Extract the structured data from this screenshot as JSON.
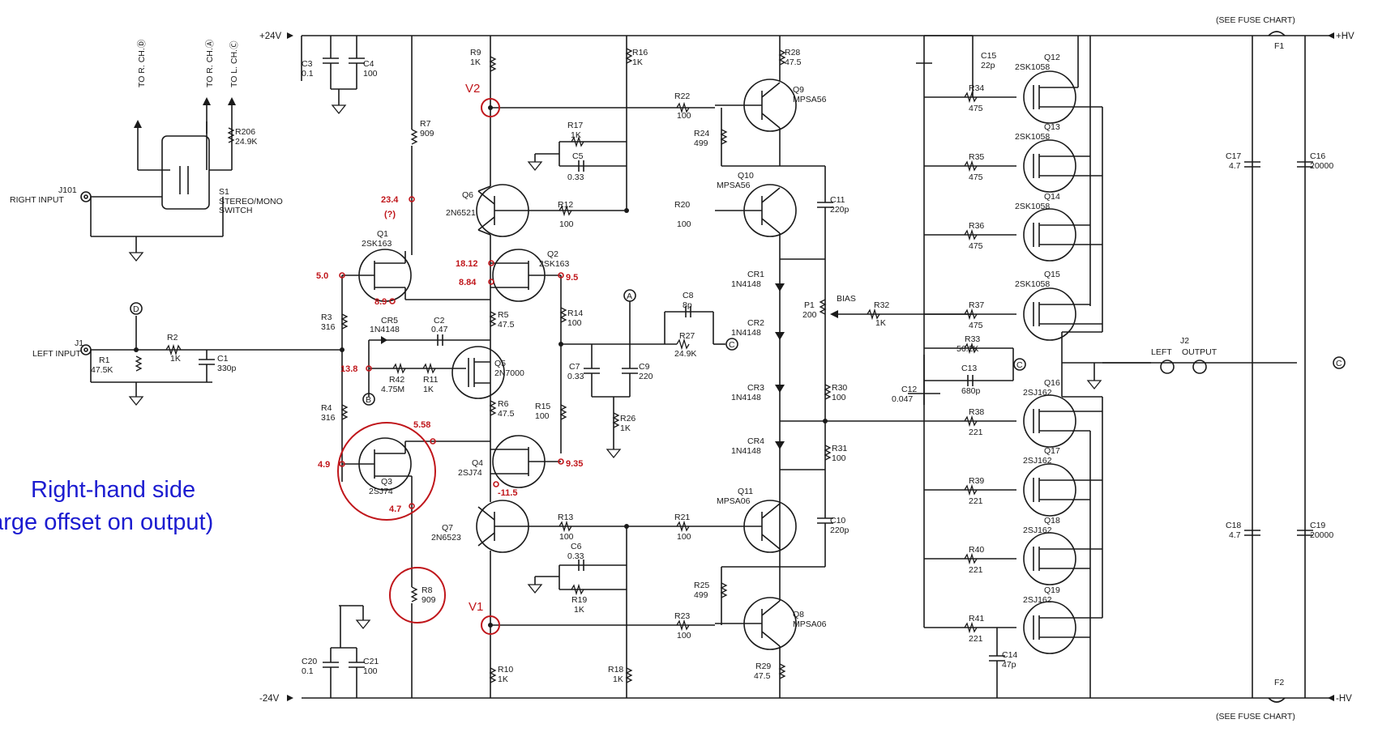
{
  "rails": {
    "pos": "+24V",
    "neg": "-24V",
    "hv_pos": "+HV",
    "hv_neg": "-HV",
    "fuse_top": "(SEE FUSE CHART)",
    "fuse_bot": "(SEE FUSE CHART)",
    "f1": "F1",
    "f2": "F2"
  },
  "input": {
    "j101": "J101",
    "right_input": "RIGHT INPUT",
    "j1": "J1",
    "left_input": "LEFT INPUT",
    "to_r_d": "TO R. CH.Ⓓ",
    "to_r_a": "TO R. CH.Ⓐ",
    "to_l_c": "TO L. CH.Ⓒ",
    "s1": "S1",
    "s1_desc1": "STEREO/MONO",
    "s1_desc2": "SWITCH",
    "node_d": "D",
    "node_a": "A",
    "node_b": "B",
    "node_c": "C"
  },
  "parts": {
    "c3": "C3",
    "c3v": "0.1",
    "c4": "C4",
    "c4v": "100",
    "r206": "R206",
    "r206v": "24.9K",
    "r7": "R7",
    "r7v": "909",
    "r8": "R8",
    "r8v": "909",
    "r9": "R9",
    "r9v": "1K",
    "r16": "R16",
    "r16v": "1K",
    "r28": "R28",
    "r28v": "47.5",
    "r29": "R29",
    "r29v": "47.5",
    "r22": "R22",
    "r22v": "100",
    "r24": "R24",
    "r24v": "499",
    "r17": "R17",
    "r17v": "1K",
    "c5": "C5",
    "c5v": "0.33",
    "r12": "R12",
    "r12v": "100",
    "r20": "R20",
    "r20v": "100",
    "c11": "C11",
    "c11v": "220p",
    "q1": "Q1",
    "q1t": "2SK163",
    "q2": "Q2",
    "q2t": "2SK163",
    "q3": "Q3",
    "q3t": "2SJ74",
    "q4": "Q4",
    "q4t": "2SJ74",
    "q5": "Q5",
    "q5t": "2N7000",
    "q6": "Q6",
    "q6t": "2N6521",
    "q7": "Q7",
    "q7t": "2N6523",
    "q9": "Q9",
    "q9t": "MPSA56",
    "q10": "Q10",
    "q10t": "MPSA56",
    "q11": "Q11",
    "q11t": "MPSA06",
    "q8": "Q8",
    "q8t": "MPSA06",
    "r1": "R1",
    "r1v": "47.5K",
    "r2": "R2",
    "r2v": "1K",
    "c1": "C1",
    "c1v": "330p",
    "r3": "R3",
    "r3v": "316",
    "r4": "R4",
    "r4v": "316",
    "cr5": "CR5",
    "cr5t": "1N4148",
    "c2": "C2",
    "c2v": "0.47",
    "r42": "R42",
    "r42v": "4.75M",
    "r11": "R11",
    "r11v": "1K",
    "r5": "R5",
    "r5v": "47.5",
    "r6": "R6",
    "r6v": "47.5",
    "r14": "R14",
    "r14v": "100",
    "r15": "R15",
    "r15v": "100",
    "c8": "C8",
    "c8v": "8p",
    "r27": "R27",
    "r27v": "24.9K",
    "c7": "C7",
    "c7v": "0.33",
    "c9": "C9",
    "c9v": "220",
    "r26": "R26",
    "r26v": "1K",
    "cr1": "CR1",
    "cr1t": "1N4148",
    "cr2": "CR2",
    "cr2t": "1N4148",
    "cr3": "CR3",
    "cr3t": "1N4148",
    "cr4": "CR4",
    "cr4t": "1N4148",
    "p1": "P1",
    "p1v": "200",
    "bias": "BIAS",
    "r32": "R32",
    "r32v": "1K",
    "r30": "R30",
    "r30v": "100",
    "r31": "R31",
    "r31v": "100",
    "r13": "R13",
    "r13v": "100",
    "r21": "R21",
    "r21v": "100",
    "c6": "C6",
    "c6v": "0.33",
    "r19": "R19",
    "r19v": "1K",
    "r25": "R25",
    "r25v": "499",
    "r23": "R23",
    "r23v": "100",
    "c10": "C10",
    "c10v": "220p",
    "r10": "R10",
    "r10v": "1K",
    "r18": "R18",
    "r18v": "1K",
    "c20": "C20",
    "c20v": "0.1",
    "c21": "C21",
    "c21v": "100",
    "c15": "C15",
    "c15v": "22p",
    "c12": "C12",
    "c12v": "0.047",
    "c13": "C13",
    "c13v": "680p",
    "c14": "C14",
    "c14v": "47p",
    "r33": "R33",
    "r33v": "56.2K",
    "r34": "R34",
    "r34v": "475",
    "r35": "R35",
    "r35v": "475",
    "r36": "R36",
    "r36v": "475",
    "r37": "R37",
    "r37v": "475",
    "r38": "R38",
    "r38v": "221",
    "r39": "R39",
    "r39v": "221",
    "r40": "R40",
    "r40v": "221",
    "r41": "R41",
    "r41v": "221",
    "q12": "Q12",
    "q12t": "2SK1058",
    "q13": "Q13",
    "q13t": "2SK1058",
    "q14": "Q14",
    "q14t": "2SK1058",
    "q15": "Q15",
    "q15t": "2SK1058",
    "q16": "Q16",
    "q16t": "2SJ162",
    "q17": "Q17",
    "q17t": "2SJ162",
    "q18": "Q18",
    "q18t": "2SJ162",
    "q19": "Q19",
    "q19t": "2SJ162",
    "c17": "C17",
    "c17v": "4.7",
    "c16": "C16",
    "c16v": "20000",
    "c18": "C18",
    "c18v": "4.7",
    "c19": "C19",
    "c19v": "20000",
    "j2": "J2",
    "left_output1": "LEFT",
    "left_output2": "OUTPUT"
  },
  "measurements": {
    "m_23_4": "23.4",
    "m_q": "(?)",
    "m_5_0": "5.0",
    "m_8_9": "8.9",
    "m_18_12": "18.12",
    "m_8_84": "8.84",
    "m_9_5": "9.5",
    "m_13_8": "13.8",
    "m_5_58": "5.58",
    "m_4_9": "4.9",
    "m_4_7": "4.7",
    "m_9_35": "9.35",
    "m_n11_5": "-11.5",
    "v1": "V1",
    "v2": "V2"
  },
  "annotation": {
    "line1": "Right-hand side",
    "line2": "(large offset on output)"
  }
}
